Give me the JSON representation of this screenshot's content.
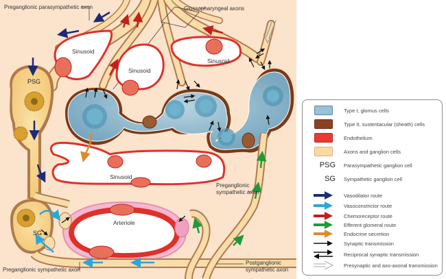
{
  "labels": {
    "preganglionic_parasympathetic_axon": "Preganglionic parasympathetic axon",
    "glossopharyngeal_axons": "Glossopharyngeal axons",
    "sinusoid_1": "Sinusoid",
    "sinusoid_2": "Sinusoid",
    "sinusoid_3": "Sinusoid",
    "sinusoid_4": "Sinusoid",
    "psg": "PSG",
    "sg": "SG",
    "arteriole": "Arteriole",
    "preganglionic_sympathetic_axon_right_line1": "Preganglionic",
    "preganglionic_sympathetic_axon_right_line2": "sympathetic axon",
    "postganglionic_sympathetic_axon_line1": "Postganglionic",
    "postganglionic_sympathetic_axon_line2": "sympathetic axon",
    "preganglionic_sympathetic_axon_bottom": "Preganglionic sympathetic axon"
  },
  "colors": {
    "background": "#fbe3cc",
    "axon_fill": "#f8dcaa",
    "axon_sheath": "#b07a4a",
    "glomus_fill": "#8fb8cc",
    "sustentacular": "#7a3a18",
    "endothelium": "#e0302a",
    "arteriole_wall": "#f2a6c4",
    "vasodilator": "#1c2a7a",
    "vasoconstrictor": "#2aa6dc",
    "chemoreceptor": "#c0201e",
    "efferent": "#1f9a3a",
    "endocrine": "#e08a2a",
    "synaptic": "#111111"
  },
  "legend": {
    "swatches": [
      {
        "label": "Type I, glomus cells",
        "color": "#9cc0d4",
        "border": "#5a8aa6"
      },
      {
        "label": "Type II, sustentacular (sheath) cells",
        "color": "#8a4220",
        "border": "#6a3015"
      },
      {
        "label": "Endothelium",
        "color": "#e83a30",
        "border": "#c02820"
      },
      {
        "label": "Axons and ganglion cells",
        "color": "#fbd9a0",
        "border": "#e0b070"
      }
    ],
    "abbreviations": [
      {
        "abbr": "PSG",
        "label": "Parasympathetic ganglion cell"
      },
      {
        "abbr": "SG",
        "label": "Sympathetic ganglion cell"
      }
    ],
    "arrows": [
      {
        "label": "Vasodilator route",
        "color": "#1c2a7a",
        "style": "fill"
      },
      {
        "label": "Vasoconstrictor route",
        "color": "#2aa6dc",
        "style": "fill"
      },
      {
        "label": "Chemoreceptor route",
        "color": "#c0201e",
        "style": "fill"
      },
      {
        "label": "Efferent glomeral route",
        "color": "#1f9a3a",
        "style": "fill"
      },
      {
        "label": "Endocrine secretion",
        "color": "#e08a2a",
        "style": "fill"
      },
      {
        "label": "Synaptic transmission",
        "color": "#111111",
        "style": "thin"
      },
      {
        "label": "Reciprocal synaptic transmission",
        "color": "#111111",
        "style": "double"
      },
      {
        "label": "Presynaptic and axo-axonal transmission",
        "color": "#999999",
        "style": "hollow"
      }
    ]
  }
}
